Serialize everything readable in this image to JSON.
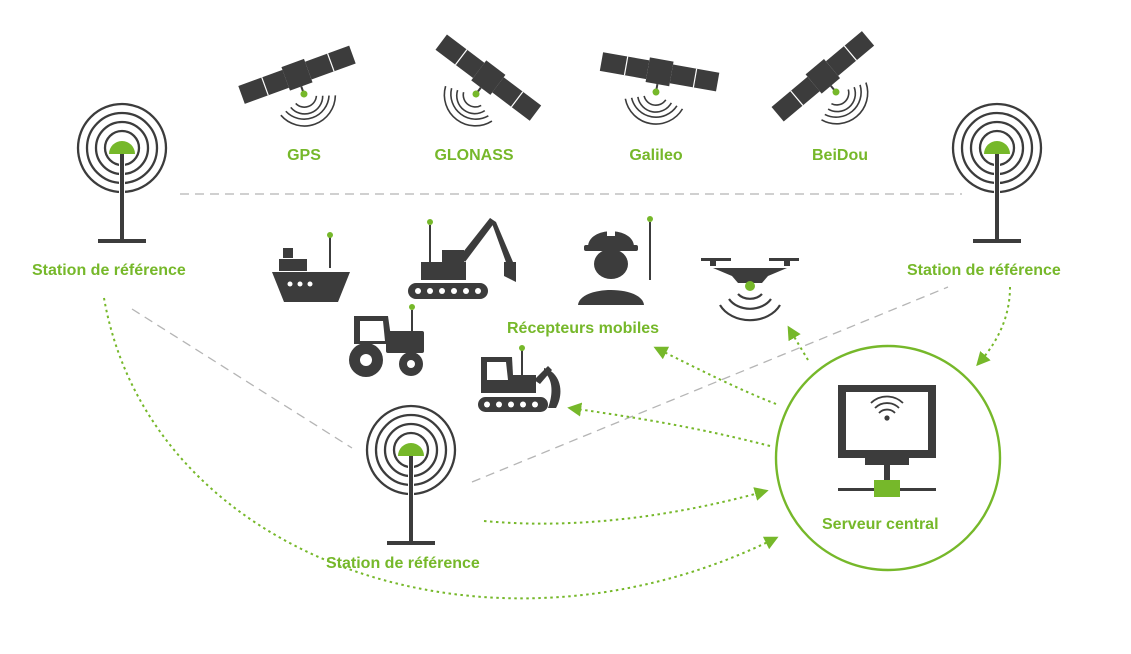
{
  "satellites": [
    {
      "label": "GPS",
      "icon": "satellite-icon"
    },
    {
      "label": "GLONASS",
      "icon": "satellite-icon"
    },
    {
      "label": "Galileo",
      "icon": "satellite-icon"
    },
    {
      "label": "BeiDou",
      "icon": "satellite-icon"
    }
  ],
  "stations": {
    "left": "Station de référence",
    "right": "Station de référence",
    "bottom": "Station de référence"
  },
  "receivers": {
    "label": "Récepteurs mobiles",
    "items": [
      "ship-icon",
      "excavator-icon",
      "worker-icon",
      "drone-icon",
      "tractor-icon",
      "bulldozer-icon"
    ]
  },
  "server": {
    "label": "Serveur central",
    "icon": "monitor-icon"
  },
  "colors": {
    "accent": "#76b82a",
    "icon": "#3c3c3c",
    "dashed_line": "#b5b5b5"
  }
}
